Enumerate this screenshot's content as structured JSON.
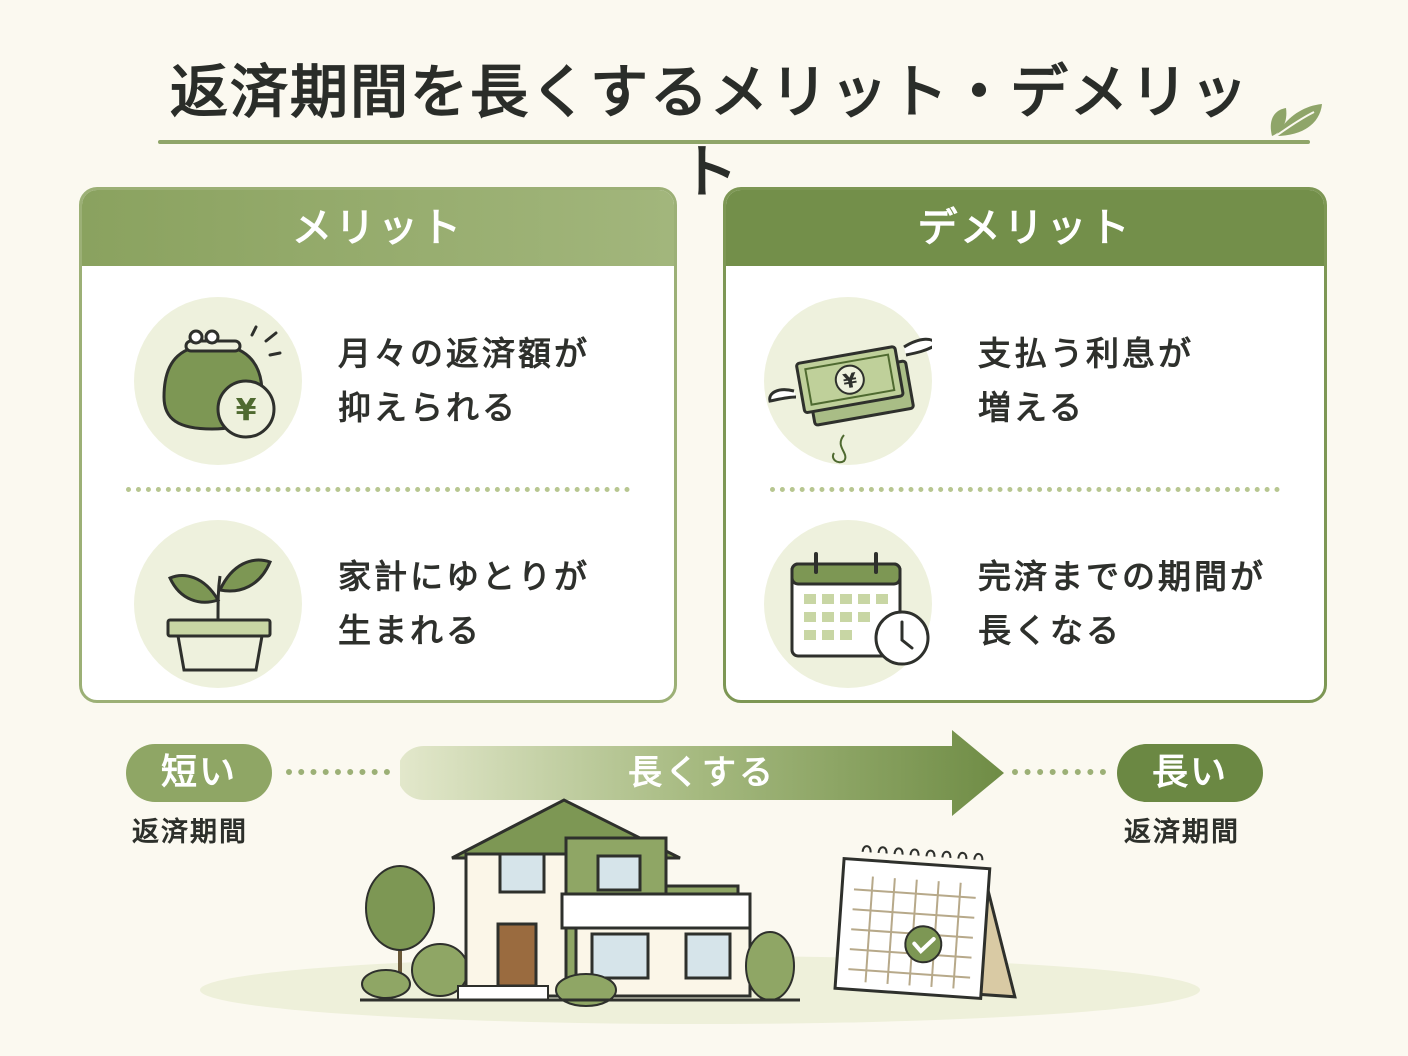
{
  "title": "返済期間を長くするメリット・デメリット",
  "colors": {
    "accent": "#8fa569",
    "dark_green": "#6b8843",
    "light_green": "#eef1dd",
    "background": "#fbf9f0"
  },
  "merit": {
    "heading": "メリット",
    "items": [
      {
        "icon": "coin-purse-yen-icon",
        "line1": "月々の返済額が",
        "line2": "抑えられる"
      },
      {
        "icon": "sprout-pot-icon",
        "line1": "家計にゆとりが",
        "line2": "生まれる"
      }
    ]
  },
  "demerit": {
    "heading": "デメリット",
    "items": [
      {
        "icon": "flying-money-icon",
        "line1": "支払う利息が",
        "line2": "増える"
      },
      {
        "icon": "calendar-clock-icon",
        "line1": "完済までの期間が",
        "line2": "長くなる"
      }
    ]
  },
  "timeline": {
    "short_label": "短い",
    "short_sub": "返済期間",
    "arrow_label": "長くする",
    "long_label": "長い",
    "long_sub": "返済期間"
  }
}
